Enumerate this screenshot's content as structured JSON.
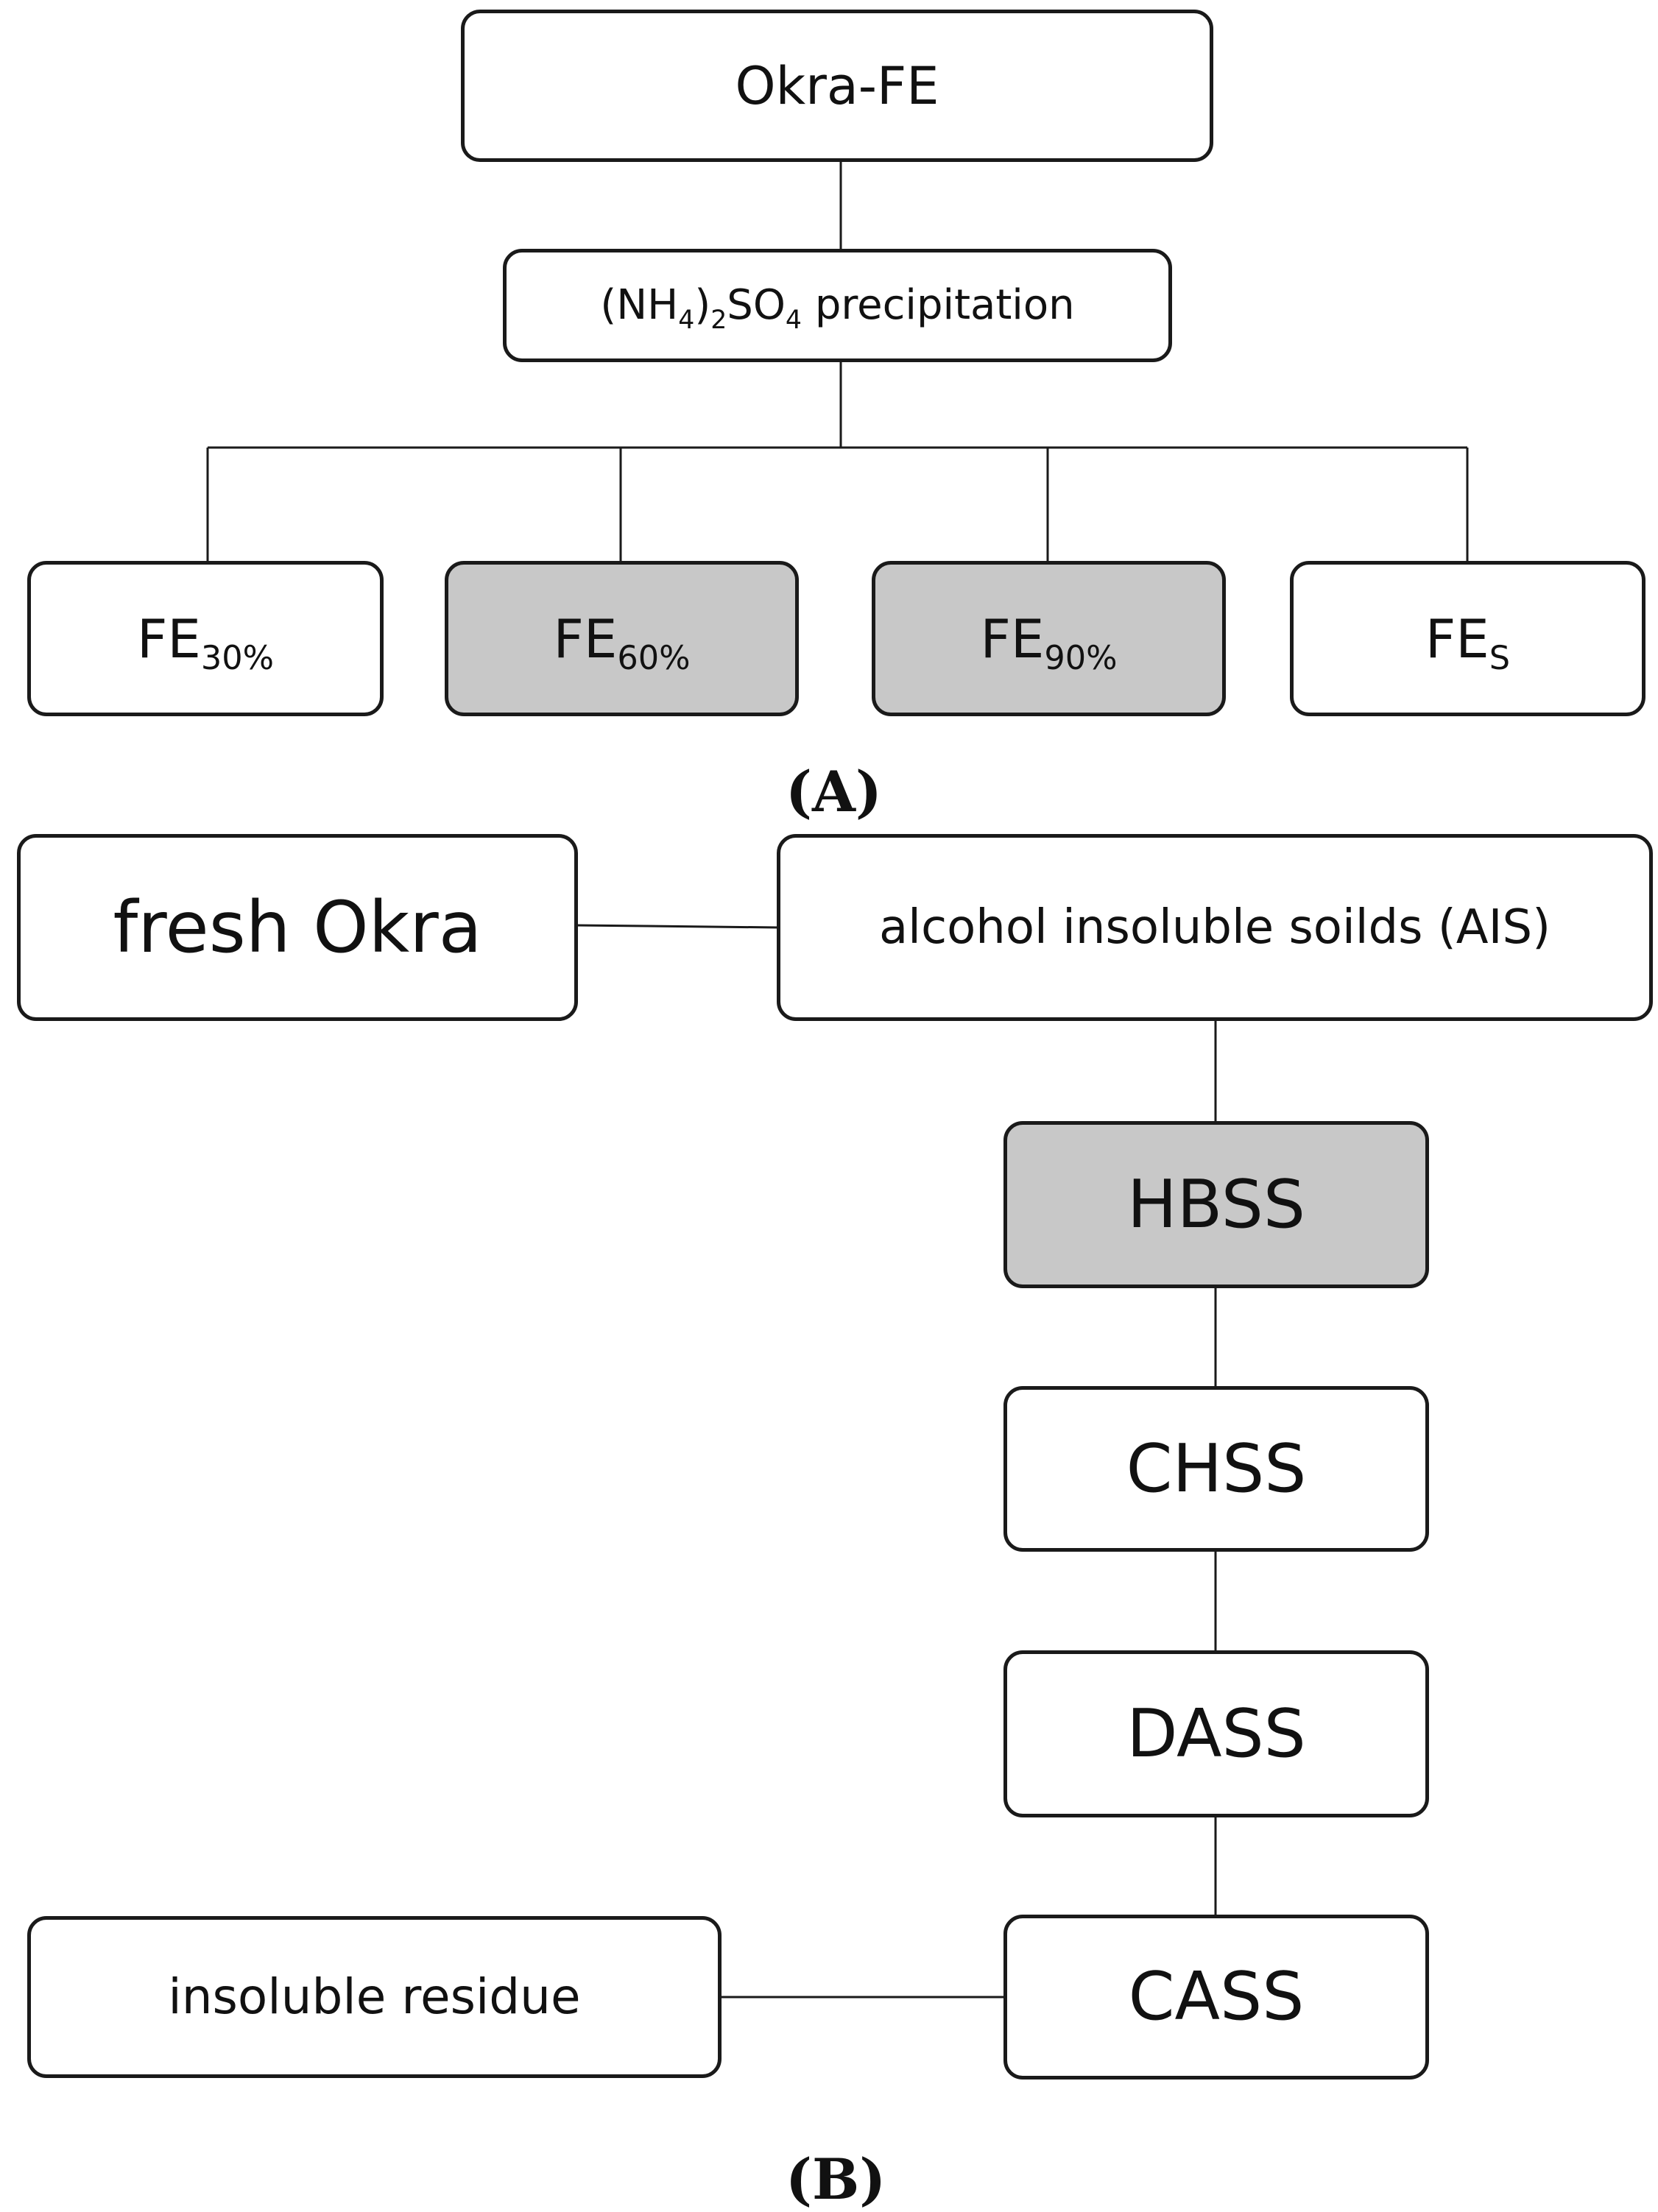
{
  "panelA": {
    "label": "(A)",
    "root": "Okra-FE",
    "precip": {
      "p1": "(NH",
      "s1": "4",
      "p2": ")",
      "s2": "2",
      "p3": "SO",
      "s3": "4",
      "p4": " precipitation"
    },
    "fractions": [
      {
        "main": "FE",
        "sub": "30%"
      },
      {
        "main": "FE",
        "sub": "60%"
      },
      {
        "main": "FE",
        "sub": "90%"
      },
      {
        "main": "FE",
        "sub": "S"
      }
    ]
  },
  "panelB": {
    "label": "(B)",
    "fresh": "fresh Okra",
    "ais": "alcohol insoluble soilds (AIS)",
    "hbss": "HBSS",
    "chss": "CHSS",
    "dass": "DASS",
    "cass": "CASS",
    "residue": "insoluble residue"
  },
  "colors": {
    "line": "#1a1a1a",
    "shaded": "#c8c8c8",
    "fill": "#ffffff"
  }
}
